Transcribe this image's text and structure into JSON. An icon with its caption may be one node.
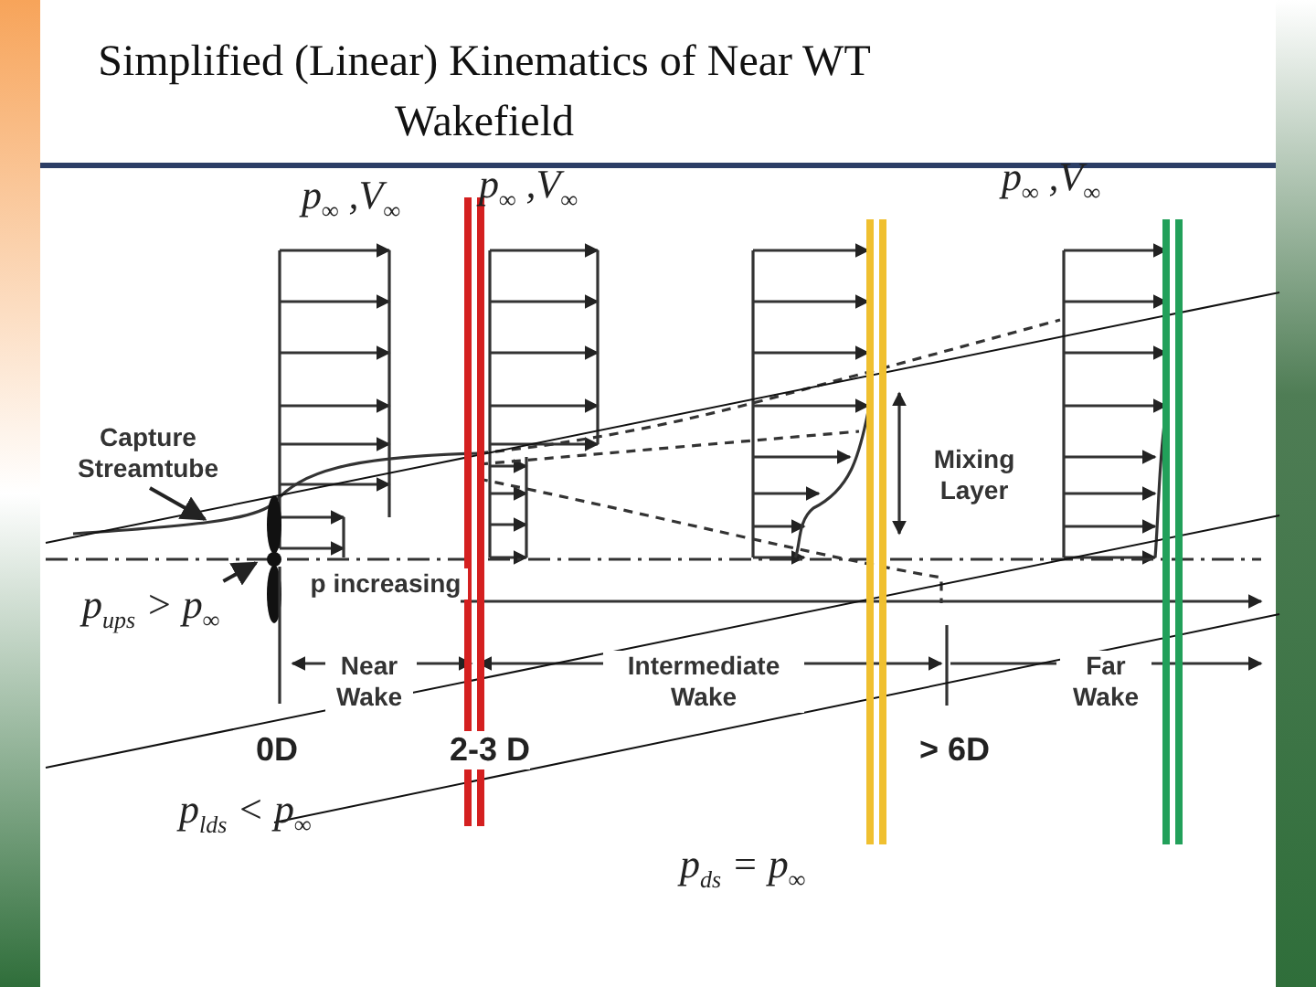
{
  "diagram": {
    "title": "Simplified (Linear) Kinematics of Near WT Wakefield",
    "nodes": [
      {
        "text": [
          "Capture Streamtube"
        ]
      },
      {
        "text": [
          "p$_{ups}$ > p$_{∞}$"
        ]
      }
    ],
    "edges": [
      {
        "from": 0,
        "to": null,
        "arrow": "to"
      },
      {
        "from": 1,
        "to": null,
        "arrow": "to"
      }
    ],
    "labels": [
      "p$_{∞}$ ,V$_{∞}$",
      "p$_{∞}$ ,V$_{∞}$",
      "p$_{∞}$ ,V$_{∞}$",
      "Mixing Layer",
      "p increasing",
      "Near Wake",
      "Intermediate Wake",
      "Far Wake",
      "0D",
      "2-3 D",
      "> 6D",
      "p$_{lds}$ < p$_{∞}$",
      "p$_{ds}$ = p$_{∞}$"
    ]
  }
}
